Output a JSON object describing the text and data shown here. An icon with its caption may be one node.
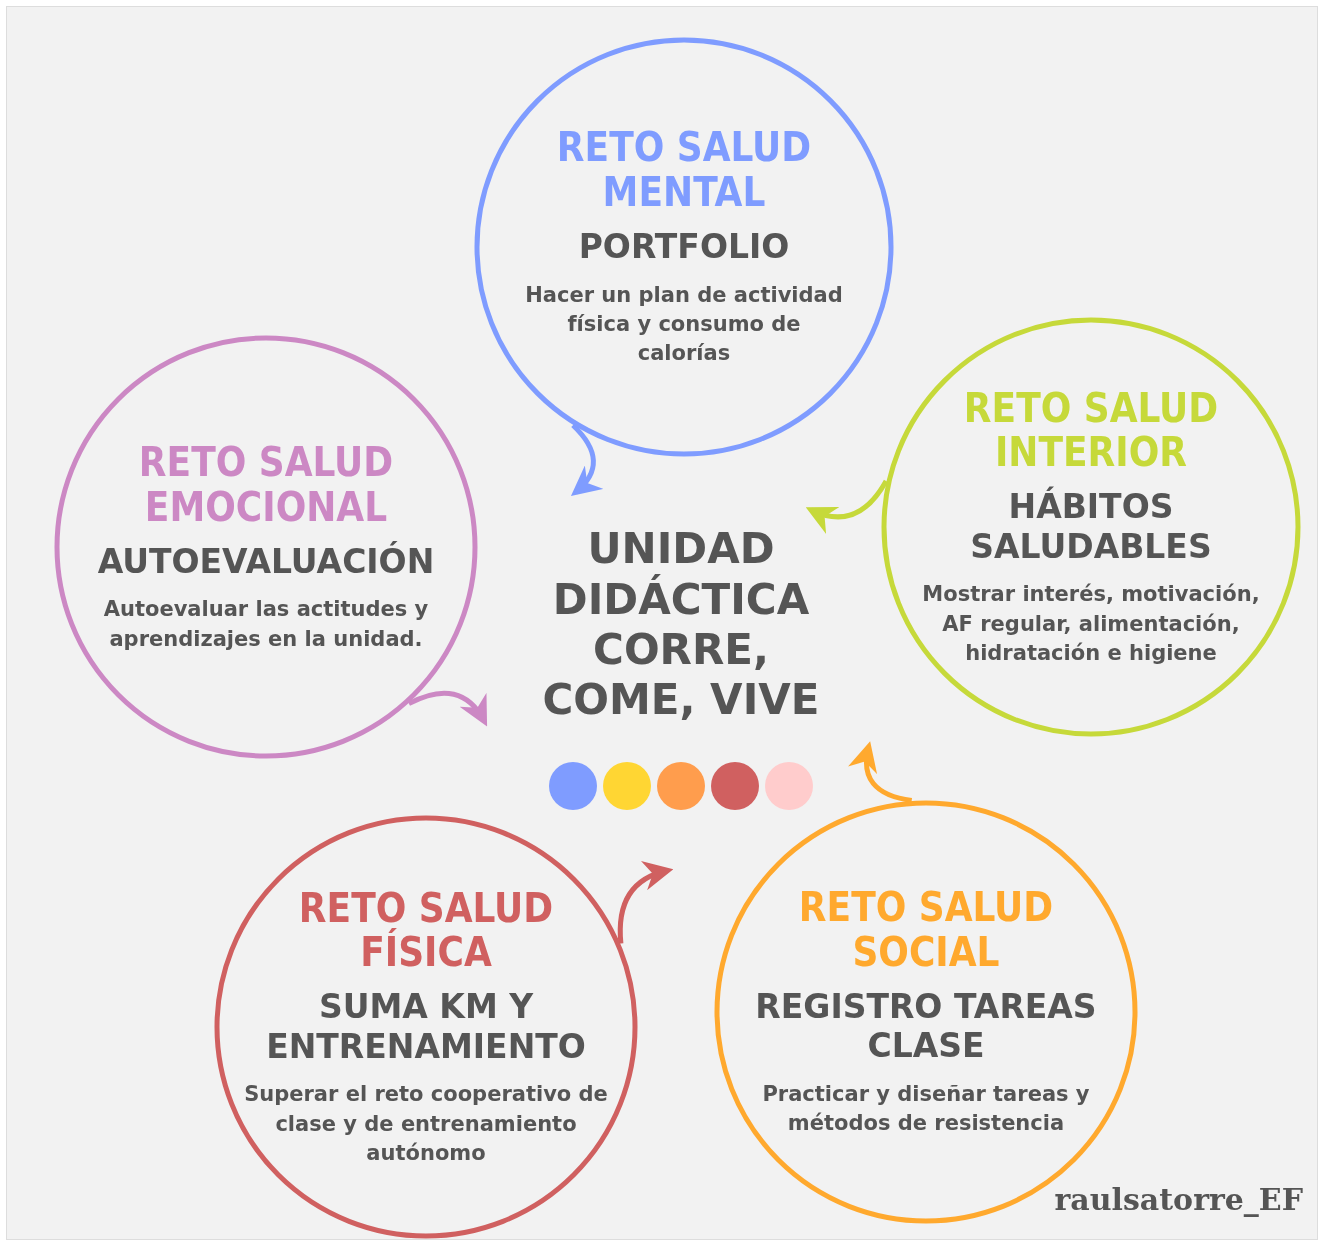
{
  "diagram": {
    "nodes": [
      {
        "text": [
          "UNIDAD DIDÁCTICA CORRE, COME, VIVE"
        ]
      },
      {
        "text": [
          "RETO SALUD MENTAL",
          "PORTFOLIO",
          "Hacer un plan de actividad física y consumo de calorías"
        ]
      },
      {
        "text": [
          "RETO SALUD EMOCIONAL",
          "AUTOEVALUACIÓN",
          "Autoevaluar las actitudes y aprendizajes en la unidad."
        ]
      },
      {
        "text": [
          "RETO SALUD INTERIOR",
          "HÁBITOS SALUDABLES",
          "Mostrar interés, motivación, AF regular, alimentación, hidratación e higiene"
        ]
      },
      {
        "text": [
          "RETO SALUD FÍSICA",
          "SUMA KM Y ENTRENAMIENTO",
          "Superar el reto cooperativo de clase y de entrenamiento autónomo"
        ]
      },
      {
        "text": [
          "RETO SALUD SOCIAL",
          "REGISTRO TAREAS CLASE",
          "Practicar y diseñar tareas y métodos de resistencia"
        ]
      }
    ],
    "edges": [
      {
        "from": 1,
        "to": 0,
        "arrow": "to",
        "color": "#7f9cff"
      },
      {
        "from": 2,
        "to": 0,
        "arrow": "to",
        "color": "#cc88c4"
      },
      {
        "from": 3,
        "to": 0,
        "arrow": "to",
        "color": "#c6d93a"
      },
      {
        "from": 4,
        "to": 0,
        "arrow": "to",
        "color": "#d06060"
      },
      {
        "from": 5,
        "to": 0,
        "arrow": "to",
        "color": "#ffa92e"
      }
    ],
    "labels": [
      "raulsatorre_EF"
    ]
  }
}
